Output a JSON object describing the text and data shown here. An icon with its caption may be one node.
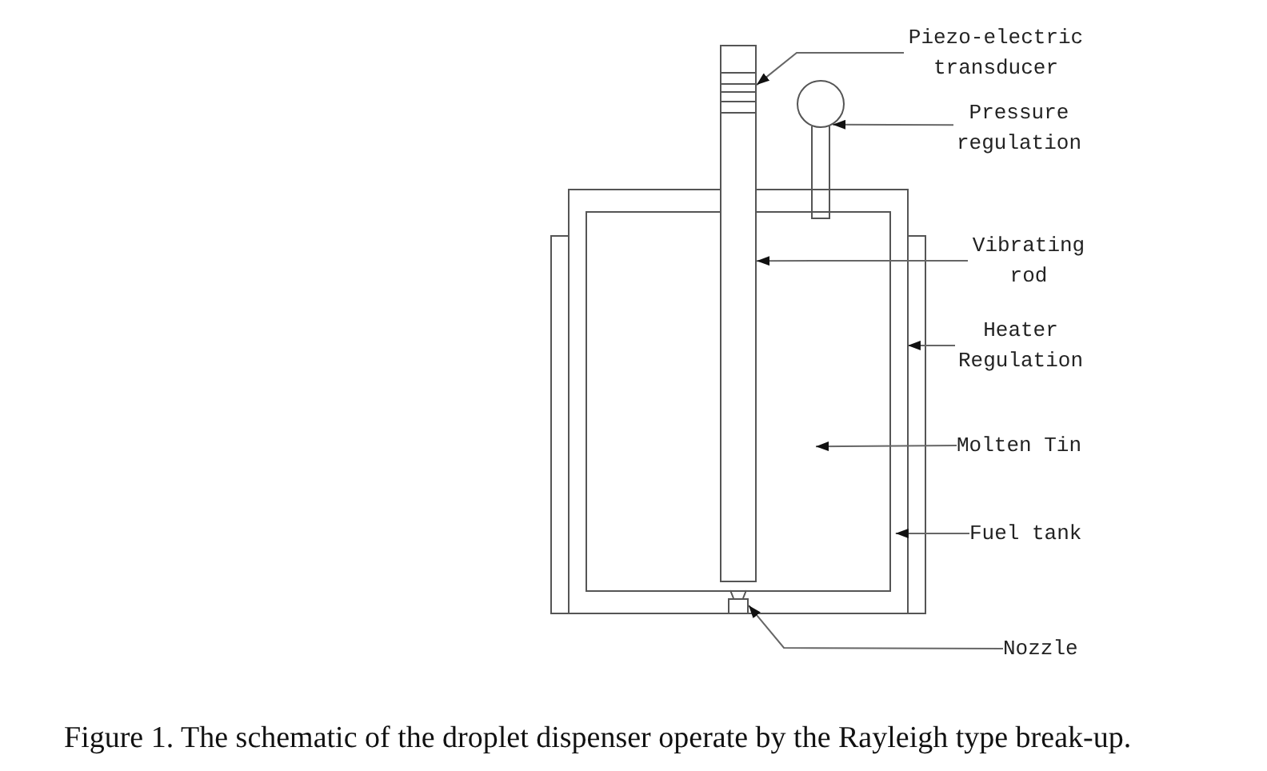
{
  "diagram": {
    "caption": "Figure 1. The schematic of the droplet dispenser operate by the Rayleigh type break-up.",
    "nodes": [
      {
        "text": [],
        "shape": "bar"
      },
      {
        "text": [],
        "shape": "box",
        "in": 0
      },
      {
        "text": [],
        "shape": "circle"
      },
      {
        "text": [],
        "shape": "bar"
      },
      {
        "text": [],
        "shape": "box"
      },
      {
        "text": [],
        "shape": "box",
        "in": 4
      },
      {
        "text": [],
        "shape": "box",
        "in": 4
      },
      {
        "text": [
          "Piezo-electric transducer"
        ]
      },
      {
        "text": [
          "Pressure regulation"
        ]
      },
      {
        "text": [
          "Vibrating rod"
        ]
      },
      {
        "text": [
          "Heater Regulation"
        ]
      },
      {
        "text": [
          "Molten Tin"
        ]
      },
      {
        "text": [
          "Fuel tank"
        ]
      },
      {
        "text": [
          "Nozzle"
        ]
      }
    ],
    "edges": [
      {
        "from": 7,
        "to": 1,
        "arrow": "to"
      },
      {
        "from": 8,
        "to": 2,
        "arrow": "to"
      },
      {
        "from": 9,
        "to": 0,
        "arrow": "to"
      },
      {
        "from": 10,
        "to": 3,
        "arrow": "to"
      },
      {
        "from": 11,
        "to": 5,
        "arrow": "to"
      },
      {
        "from": 12,
        "to": 4,
        "arrow": "to"
      },
      {
        "from": 13,
        "to": 6,
        "arrow": "to"
      }
    ]
  }
}
